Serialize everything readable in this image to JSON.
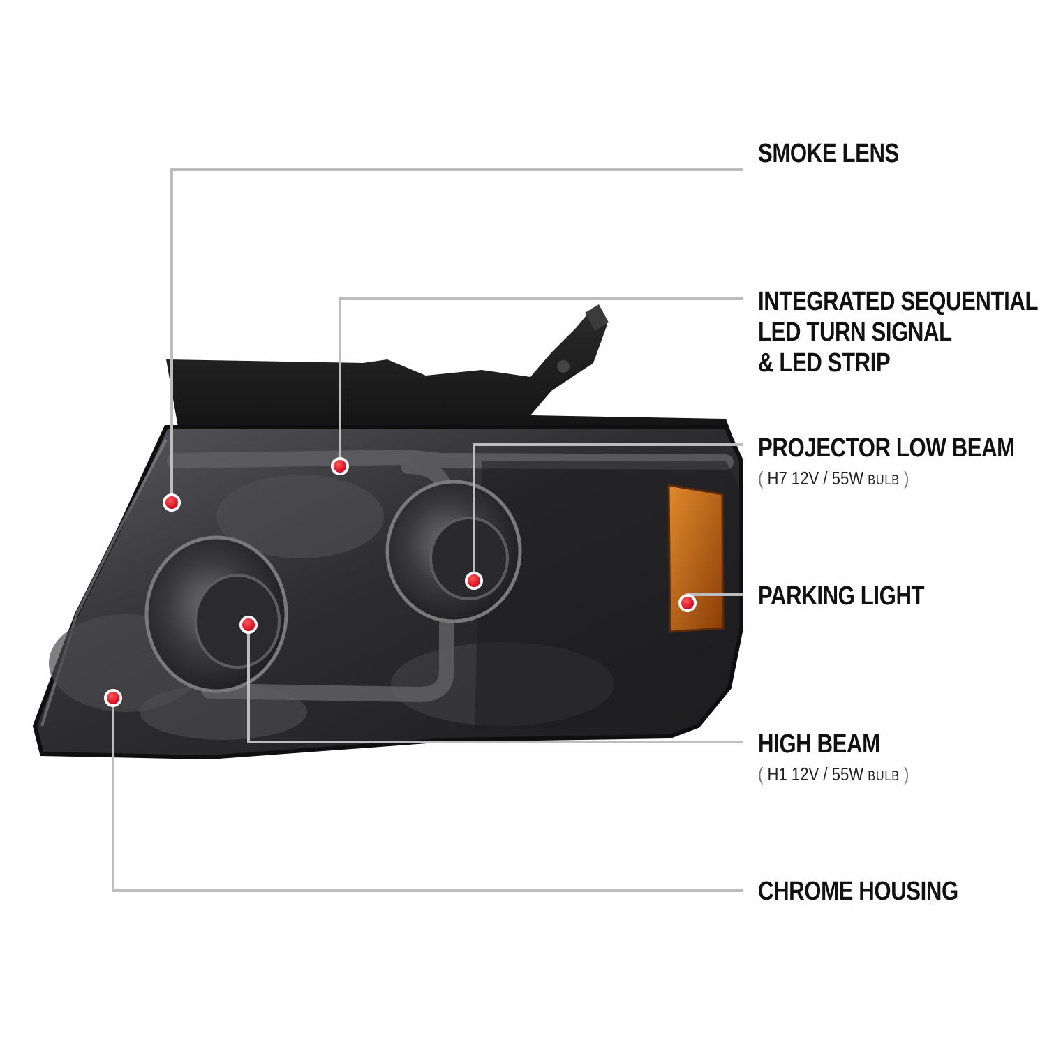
{
  "colors": {
    "background": "#ffffff",
    "callout_line": "#bdbdbd",
    "marker": "#e3001b",
    "lens_smoke": "#3a3a3c",
    "amber": "#c2660f"
  },
  "callouts": [
    {
      "id": "smoke-lens",
      "lines": [
        "SMOKE LENS"
      ]
    },
    {
      "id": "sequential-signal",
      "lines": [
        "INTEGRATED SEQUENTIAL",
        "LED TURN SIGNAL",
        "& LED STRIP"
      ]
    },
    {
      "id": "projector-low-beam",
      "lines": [
        "PROJECTOR LOW BEAM"
      ],
      "spec": {
        "open": "(",
        "text": "H7  12V / 55W",
        "unit": "BULB",
        "close": ")"
      }
    },
    {
      "id": "parking-light",
      "lines": [
        "PARKING LIGHT"
      ]
    },
    {
      "id": "high-beam",
      "lines": [
        "HIGH BEAM"
      ],
      "spec": {
        "open": "(",
        "text": "H1  12V / 55W",
        "unit": "BULB",
        "close": ")"
      }
    },
    {
      "id": "chrome-housing",
      "lines": [
        "CHROME HOUSING"
      ]
    }
  ]
}
